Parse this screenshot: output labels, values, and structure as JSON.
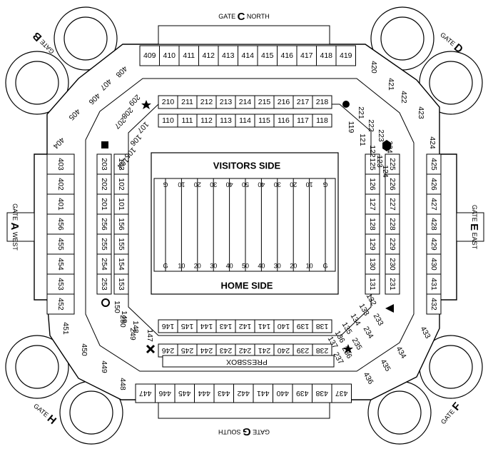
{
  "map": {
    "visitors_side": "VISITORS SIDE",
    "home_side": "HOME SIDE",
    "pressbox": "PRESSBOX",
    "gates": {
      "north": {
        "prefix": "GATE ",
        "letter": "C",
        "suffix": " NORTH"
      },
      "south": {
        "prefix": "GATE ",
        "letter": "G",
        "suffix": " SOUTH"
      },
      "west": {
        "prefix": "GATE ",
        "letter": "A",
        "suffix": " WEST"
      },
      "east": {
        "prefix": "GATE ",
        "letter": "E",
        "suffix": " EAST"
      },
      "b": {
        "prefix": "GATE ",
        "letter": "B"
      },
      "d": {
        "prefix": "GATE ",
        "letter": "D"
      },
      "f": {
        "prefix": "GATE ",
        "letter": "F"
      },
      "h": {
        "prefix": "GATE ",
        "letter": "H"
      }
    },
    "yard_labels_top": [
      "G",
      "10",
      "20",
      "30",
      "40",
      "50",
      "40",
      "30",
      "20",
      "10",
      "G"
    ],
    "yard_labels_bottom": [
      "G",
      "10",
      "20",
      "30",
      "40",
      "50",
      "40",
      "30",
      "20",
      "10",
      "G"
    ],
    "sections": {
      "north_400": [
        "409",
        "410",
        "411",
        "412",
        "413",
        "414",
        "415",
        "416",
        "417",
        "418",
        "419"
      ],
      "north_200": [
        "210",
        "211",
        "212",
        "213",
        "214",
        "215",
        "216",
        "217",
        "218"
      ],
      "north_100": [
        "110",
        "111",
        "112",
        "113",
        "114",
        "115",
        "116",
        "117",
        "118"
      ],
      "south_400": [
        "447",
        "446",
        "445",
        "444",
        "443",
        "442",
        "441",
        "440",
        "439",
        "438",
        "437"
      ],
      "south_200": [
        "246",
        "245",
        "244",
        "243",
        "242",
        "241",
        "240",
        "239",
        "238"
      ],
      "south_100": [
        "146",
        "145",
        "144",
        "143",
        "142",
        "141",
        "140",
        "139",
        "138"
      ],
      "west_400": [
        "403",
        "402",
        "401",
        "456",
        "455",
        "454",
        "453",
        "452"
      ],
      "west_200": [
        "203",
        "202",
        "201",
        "256",
        "255",
        "254",
        "253"
      ],
      "west_100": [
        "103",
        "102",
        "101",
        "156",
        "155",
        "154",
        "153"
      ],
      "east_400": [
        "425",
        "426",
        "427",
        "428",
        "429",
        "430",
        "431",
        "432"
      ],
      "east_200": [
        "225",
        "226",
        "227",
        "228",
        "229",
        "230",
        "231"
      ],
      "east_100": [
        "125",
        "126",
        "127",
        "128",
        "129",
        "130",
        "131"
      ],
      "nw": [
        "408",
        "407",
        "406",
        "405",
        "404",
        "209",
        "208",
        "207",
        "107",
        "106",
        "105",
        "104"
      ],
      "ne": [
        "420",
        "421",
        "422",
        "423",
        "424",
        "221",
        "222",
        "223",
        "224",
        "119",
        "121",
        "122",
        "123",
        "124"
      ],
      "sw": [
        "451",
        "450",
        "449",
        "448",
        "250",
        "249",
        "150",
        "149",
        "148",
        "147"
      ],
      "se": [
        "433",
        "434",
        "435",
        "436",
        "233",
        "234",
        "235",
        "236",
        "237",
        "132",
        "133",
        "134",
        "135",
        "136",
        "137"
      ]
    }
  }
}
